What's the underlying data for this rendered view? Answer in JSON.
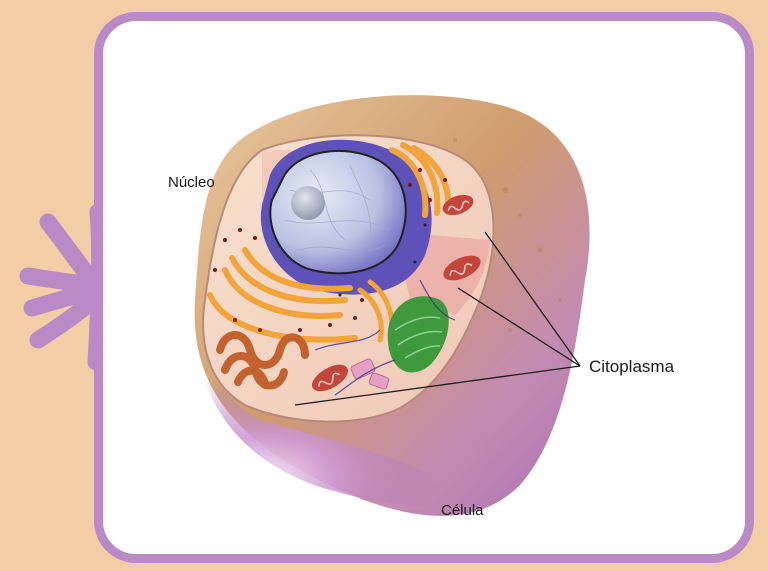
{
  "labels": {
    "nucleus": "Núcleo",
    "cytoplasm": "Citoplasma",
    "cell": "Célula"
  },
  "colors": {
    "background": "#f2cda6",
    "frame": "#b98ac6",
    "card": "#ffffff",
    "outer_membrane_tan": "#c98f5a",
    "outer_membrane_purple": "#b56fb9",
    "nucleus_envelope": "#5d4fae",
    "nucleolus": "#9aa4b8",
    "golgi": "#f4a43a",
    "mitochondria": "#c4453a",
    "chloroplast": "#3f9a3e",
    "er_brown": "#c4622f"
  },
  "icons": {
    "decoration": "purple-asterisk-icon"
  }
}
